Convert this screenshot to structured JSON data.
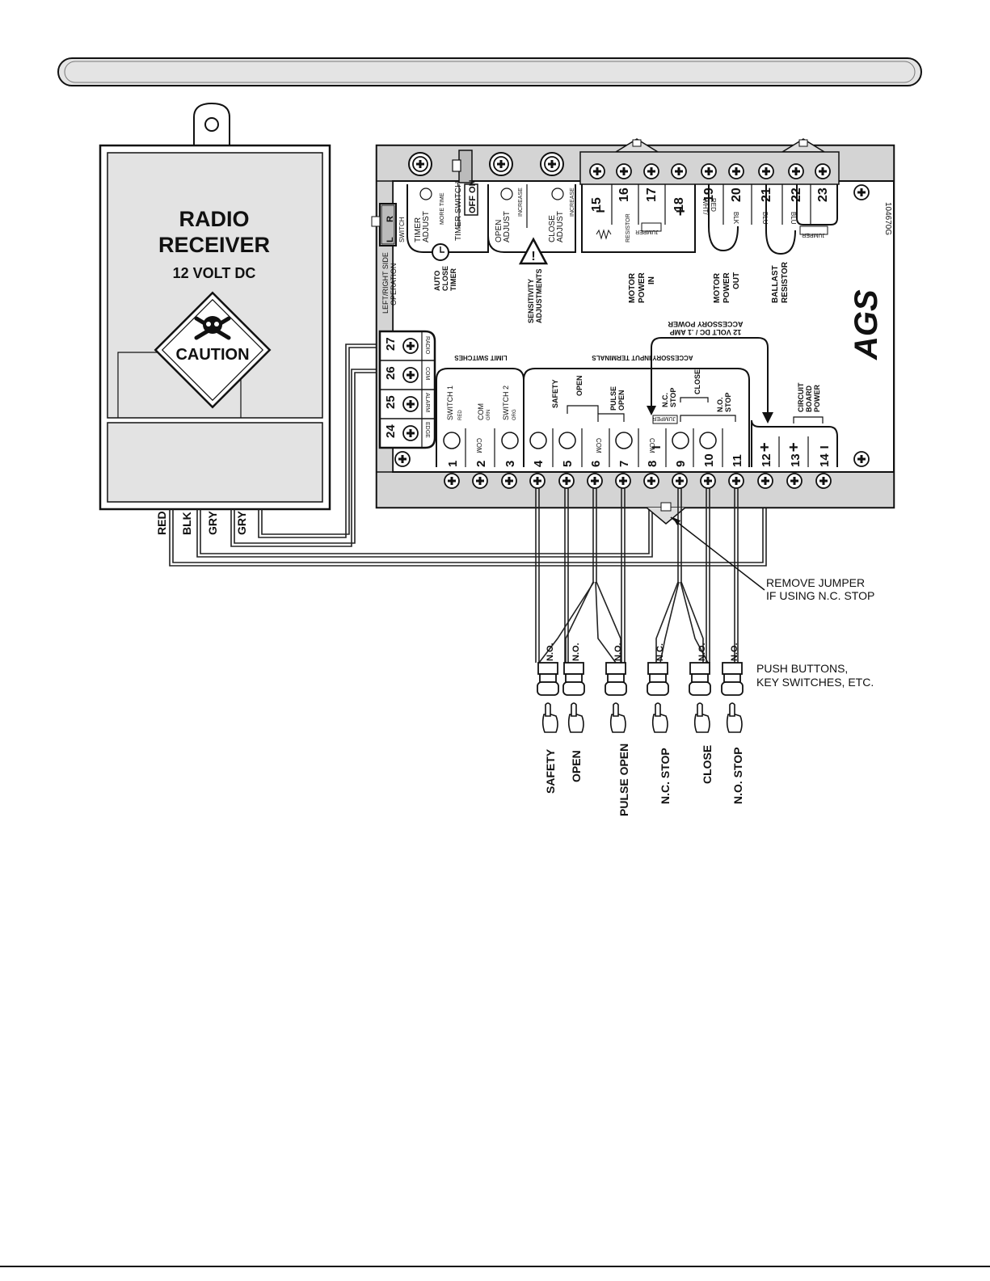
{
  "receiver": {
    "title_line1": "RADIO",
    "title_line2": "RECEIVER",
    "voltage": "12 VOLT DC",
    "caution": "CAUTION",
    "wires": [
      "RED",
      "BLK",
      "GRY",
      "GRY"
    ]
  },
  "board": {
    "part_number": "104670G",
    "logo": "AGS",
    "switch_title": "SWITCH",
    "switch_left": "L",
    "switch_right": "R",
    "lr_label_1": "LEFT/RIGHT SIDE",
    "lr_label_2": "OPERATION",
    "timer_adjust_1": "TIMER",
    "timer_adjust_2": "ADJUST",
    "more_time": "MORE TIME",
    "timer_switch": "TIMER SWITCH",
    "off_on": "OFF ON",
    "open_adjust_1": "OPEN",
    "open_adjust_2": "ADJUST",
    "close_adjust_1": "CLOSE",
    "close_adjust_2": "ADJUST",
    "increase": "INCREASE",
    "auto_close_1": "AUTO",
    "auto_close_2": "CLOSE",
    "auto_close_3": "TIMER",
    "sensitivity_1": "SENSITIVITY",
    "sensitivity_2": "ADJUSTMENTS",
    "resistor": "RESISTOR",
    "jumper": "JUMPER",
    "motor_in_1": "MOTOR",
    "motor_in_2": "POWER",
    "motor_in_3": "IN",
    "motor_out_1": "MOTOR",
    "motor_out_2": "POWER",
    "motor_out_3": "OUT",
    "ballast_1": "BALLAST",
    "ballast_2": "RESISTOR",
    "wht_red_1": "WHT/",
    "wht_red_2": "RED",
    "blk": "BLK",
    "blu": "BLU",
    "top_terminals": [
      "15",
      "16",
      "17",
      "18",
      "19",
      "20",
      "21",
      "22",
      "23"
    ],
    "side_terminals": [
      "27",
      "26",
      "25",
      "24"
    ],
    "side_terminal_labels": [
      "RADIO",
      "COM",
      "ALARM",
      "EDGE"
    ],
    "bottom_terminals": [
      "1",
      "2",
      "3",
      "4",
      "5",
      "6",
      "7",
      "8",
      "9",
      "10",
      "11",
      "12",
      "13",
      "14"
    ],
    "accessory_power_1": "ACCESSORY POWER",
    "accessory_power_2": "12 VOLT DC / .1 AMP",
    "limit_switches": "LIMIT SWITCHES",
    "accessory_input": "ACCESSORY INPUT TERMINALS",
    "switch1": "SWITCH 1",
    "red": "RED",
    "com": "COM",
    "grn": "GRN",
    "switch2": "SWITCH 2",
    "org": "ORG",
    "safety": "SAFETY",
    "open": "OPEN",
    "pulse_open_1": "PULSE",
    "pulse_open_2": "OPEN",
    "nc_stop_1": "N.C.",
    "nc_stop_2": "STOP",
    "close": "CLOSE",
    "no_stop_1": "N.O.",
    "no_stop_2": "STOP",
    "circuit_1": "CIRCUIT",
    "circuit_2": "BOARD",
    "circuit_3": "POWER"
  },
  "annotations": {
    "remove_jumper_1": "REMOVE JUMPER",
    "remove_jumper_2": "IF USING N.C. STOP",
    "push_buttons_1": "PUSH BUTTONS,",
    "push_buttons_2": "KEY SWITCHES, ETC."
  },
  "buttons": [
    {
      "contact": "N.O.",
      "label": "SAFETY"
    },
    {
      "contact": "N.O.",
      "label": "OPEN"
    },
    {
      "contact": "N.O.",
      "label": "PULSE OPEN"
    },
    {
      "contact": "N.C.",
      "label": "N.C. STOP"
    },
    {
      "contact": "N.O.",
      "label": "CLOSE"
    },
    {
      "contact": "N.O.",
      "label": "N.O. STOP"
    }
  ]
}
